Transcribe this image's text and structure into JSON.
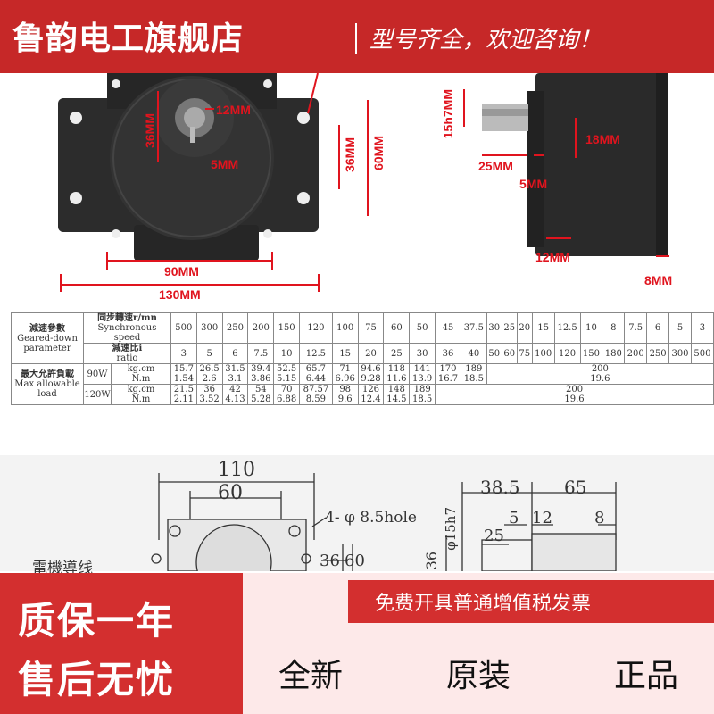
{
  "banner": {
    "brand": "鲁韵电工旗舰店",
    "slogan": "型号齐全，欢迎咨询！"
  },
  "photo": {
    "front_dims": {
      "shaft_dia": "12MM",
      "flange_h": "36MM",
      "key": "5MM",
      "hole_v1": "36MM",
      "hole_v2": "60MM",
      "width_inner": "90MM",
      "width_outer": "130MM"
    },
    "side_dims": {
      "shaft": "15h7MM",
      "height": "18MM",
      "shaft_len": "25MM",
      "key_w": "5MM",
      "flange": "12MM",
      "tail": "8MM"
    }
  },
  "table": {
    "row1_label_cn": "減速參數",
    "row1_label_en": "Geared-down parameter",
    "sync_cn": "同步轉速r/mn",
    "sync_en": "Synchronous speed",
    "ratio_cn": "減速比i",
    "ratio_en": "ratio",
    "speeds": [
      "500",
      "300",
      "250",
      "200",
      "150",
      "120",
      "100",
      "75",
      "60",
      "50",
      "45",
      "37.5",
      "30",
      "25",
      "20",
      "15",
      "12.5",
      "10",
      "8",
      "7.5",
      "6",
      "5",
      "3"
    ],
    "ratios": [
      "3",
      "5",
      "6",
      "7.5",
      "10",
      "12.5",
      "15",
      "20",
      "25",
      "30",
      "36",
      "40",
      "50",
      "60",
      "75",
      "100",
      "120",
      "150",
      "180",
      "200",
      "250",
      "300",
      "500"
    ],
    "load_cn": "最大允許負載",
    "load_en": "Max allowable load",
    "w90": "90W",
    "w120": "120W",
    "unit_kg": "kg.cm",
    "unit_nm": "N.m",
    "r90_kg": [
      "15.7",
      "26.5",
      "31.5",
      "39.4",
      "52.5",
      "65.7",
      "71",
      "94.6",
      "118",
      "141",
      "170",
      "189"
    ],
    "r90_nm": [
      "1.54",
      "2.6",
      "3.1",
      "3.86",
      "5.15",
      "6.44",
      "6.96",
      "9.28",
      "11.6",
      "13.9",
      "16.7",
      "18.5"
    ],
    "r120_kg": [
      "21.5",
      "36",
      "42",
      "54",
      "70",
      "87.57",
      "98",
      "126",
      "148",
      "189"
    ],
    "r120_nm": [
      "2.11",
      "3.52",
      "4.13",
      "5.28",
      "6.88",
      "8.59",
      "9.6",
      "12.4",
      "14.5",
      "18.5"
    ],
    "max_kg": "200",
    "max_nm": "19.6"
  },
  "drawing": {
    "d110": "110",
    "d60": "60",
    "hole": "4- φ 8.5hole",
    "d36": "36",
    "d60v": "60",
    "wire": "電機導线",
    "d385": "38.5",
    "d65": "65",
    "d5": "5",
    "d12": "12",
    "d25": "25",
    "d8": "8",
    "phi": "φ15h7",
    "d36b": "36"
  },
  "bottom": {
    "invoice": "免费开具普通增值税发票",
    "warranty1": "质保一年",
    "warranty2": "售后无忧",
    "q1": "全新",
    "q2": "原装",
    "q3": "正品"
  },
  "colors": {
    "brand_red": "#c62828",
    "dim_red": "#e0141e",
    "motor": "#2b2b2b",
    "bottom_pink": "#fde9e9"
  }
}
